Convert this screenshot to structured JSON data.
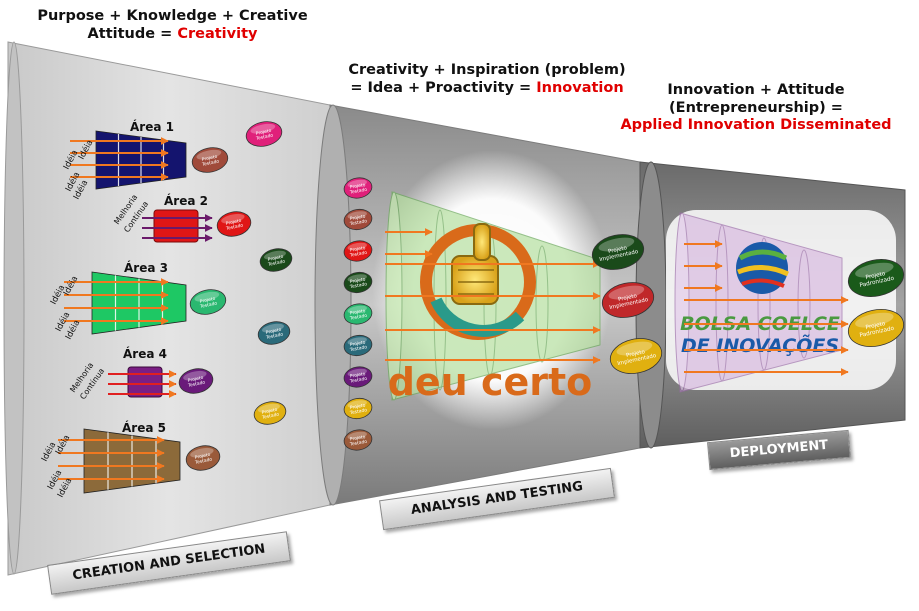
{
  "captions": {
    "c1_line1": "Purpose + Knowledge + Creative",
    "c1_line2_prefix": "Attitude = ",
    "c1_highlight": "Creativity",
    "c2_line1": "Creativity + Inspiration (problem)",
    "c2_line2_prefix": "= Idea + Proactivity = ",
    "c2_highlight": "Innovation",
    "c3_line1": "Innovation + Attitude",
    "c3_line2": "(Entrepreneurship) =",
    "c3_highlight": "Applied Innovation Disseminated"
  },
  "stages": {
    "creation": "CREATION AND SELECTION",
    "analysis": "ANALYSIS AND TESTING",
    "deployment": "DEPLOYMENT"
  },
  "areas": {
    "area1": "Área 1",
    "area2": "Área 2",
    "area3": "Área 3",
    "area4": "Área 4",
    "area5": "Área 5"
  },
  "labels": {
    "ideia": "Idéia",
    "melhoria": "Melhoria",
    "continua": "Contínua",
    "projeto": "Projeto",
    "testado": "Testado",
    "implementado": "Implementado",
    "padronizado": "Padronizado"
  },
  "logos": {
    "deu_certo": "deu certo",
    "bolsa_line1": "BOLSA COELCE",
    "bolsa_line2": "DE INOVAÇÕES"
  },
  "colors": {
    "highlight_red": "#e00000",
    "arrow_orange": "#f07820",
    "funnel_gray": "#d6d6d6",
    "area1": "#14146e",
    "area2": "#e01616",
    "area3": "#1ec864",
    "area4": "#7a1e84",
    "area5": "#8c6a3a"
  }
}
